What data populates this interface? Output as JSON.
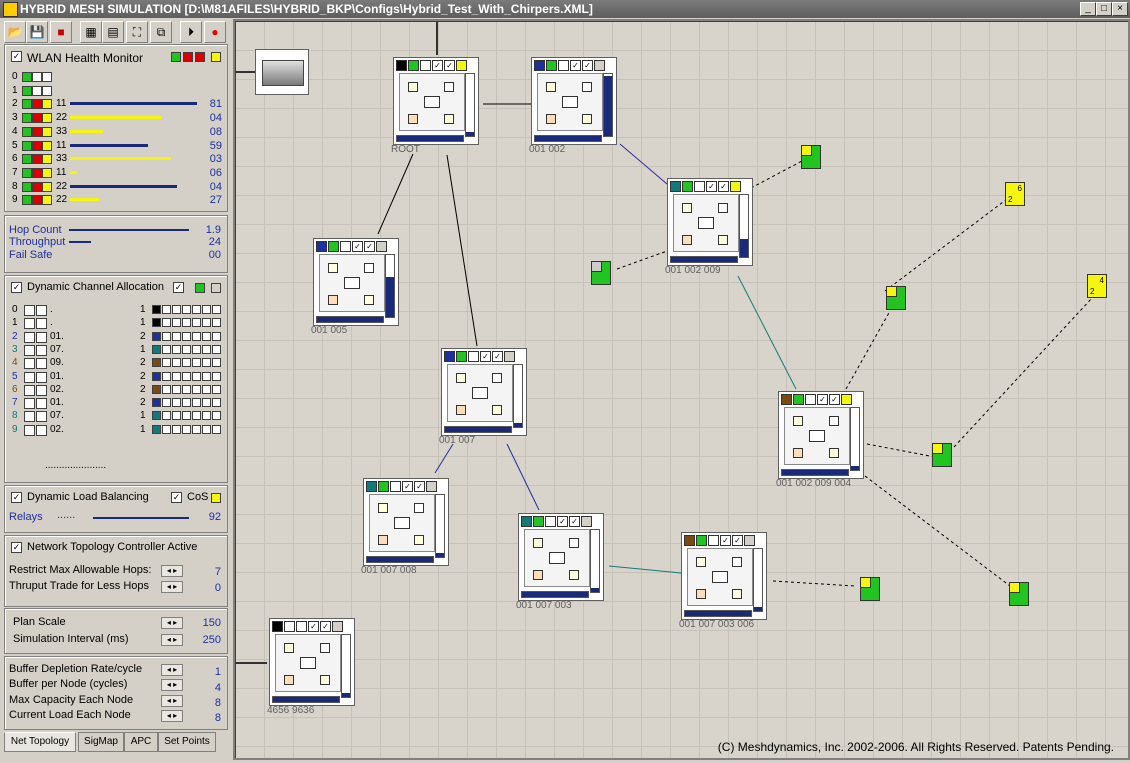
{
  "window": {
    "title": "HYBRID MESH SIMULATION  [D:\\M81AFILES\\HYBRID_BKP\\Configs\\Hybrid_Test_With_Chirpers.XML]"
  },
  "health": {
    "title": "WLAN Health Monitor",
    "rows": [
      {
        "idx": "0",
        "code": "",
        "val": "",
        "fill": 0
      },
      {
        "idx": "1",
        "code": "",
        "val": "",
        "fill": 0
      },
      {
        "idx": "2",
        "code": "11",
        "val": "81",
        "fill": 0.98
      },
      {
        "idx": "3",
        "code": "22",
        "val": "04",
        "fill": 0.7
      },
      {
        "idx": "4",
        "code": "33",
        "val": "08",
        "fill": 0.25
      },
      {
        "idx": "5",
        "code": "11",
        "val": "59",
        "fill": 0.6
      },
      {
        "idx": "6",
        "code": "33",
        "val": "03",
        "fill": 0.78
      },
      {
        "idx": "7",
        "code": "11",
        "val": "06",
        "fill": 0.05
      },
      {
        "idx": "8",
        "code": "22",
        "val": "04",
        "fill": 0.82
      },
      {
        "idx": "9",
        "code": "22",
        "val": "27",
        "fill": 0.22
      }
    ]
  },
  "metrics": {
    "hop_label": "Hop Count",
    "hop_val": "1.9",
    "thr_label": "Throughput",
    "thr_val": "24",
    "fs_label": "Fail Safe",
    "fs_val": "00"
  },
  "channel": {
    "title": "Dynamic Channel Allocation",
    "rows": [
      {
        "idx": "0",
        "code": ".",
        "n": "1"
      },
      {
        "idx": "1",
        "code": ".",
        "n": "1"
      },
      {
        "idx": "2",
        "code": "01.",
        "n": "2"
      },
      {
        "idx": "3",
        "code": "07.",
        "n": "1"
      },
      {
        "idx": "4",
        "code": "09.",
        "n": "2"
      },
      {
        "idx": "5",
        "code": "01.",
        "n": "2"
      },
      {
        "idx": "6",
        "code": "02.",
        "n": "2"
      },
      {
        "idx": "7",
        "code": "01.",
        "n": "2"
      },
      {
        "idx": "8",
        "code": "07.",
        "n": "1"
      },
      {
        "idx": "9",
        "code": "02.",
        "n": "1"
      }
    ],
    "dots": "......................"
  },
  "load": {
    "title": "Dynamic Load Balancing",
    "cos": "CoS",
    "relays_label": "Relays",
    "relays_dots": "......",
    "relays_val": "92"
  },
  "topology": {
    "title": "Network Topology Controller Active",
    "hops_label": "Restrict Max Allowable Hops:",
    "hops_val": "7",
    "trade_label": "Thruput Trade for Less Hops",
    "trade_val": "0"
  },
  "sim": {
    "scale_label": "Plan Scale",
    "scale_val": "150",
    "interval_label": "Simulation Interval (ms)",
    "interval_val": "250"
  },
  "buffer": {
    "dep_label": "Buffer Depletion Rate/cycle",
    "dep_val": "1",
    "per_label": "Buffer per Node (cycles)",
    "per_val": "4",
    "cap_label": "Max Capacity Each Node",
    "cap_val": "8",
    "cur_label": "Current Load Each Node",
    "cur_val": "8"
  },
  "tabs": [
    "Net Topology",
    "SigMap",
    "APC",
    "Set Points"
  ],
  "nodes": {
    "root": "ROOT",
    "n1": "001 002",
    "n2": "001 002 009",
    "n3": "001 005",
    "n4": "001 007",
    "n5": "001 002 009 004",
    "n6": "001 007 008",
    "n7": "001 007 003",
    "n8": "001 007 003 006",
    "n9": "4656 9636"
  },
  "tags": {
    "t1": "6",
    "t2": "2",
    "t3": "4",
    "t4": "2"
  },
  "copyright": "(C) Meshdynamics, Inc. 2002-2006. All Rights Reserved. Patents Pending.",
  "colors": {
    "accent": "#1e2fa0",
    "node_bar": "#1a2a7a",
    "tag_green": "#22c422",
    "tag_yellow": "#f5f50f"
  }
}
